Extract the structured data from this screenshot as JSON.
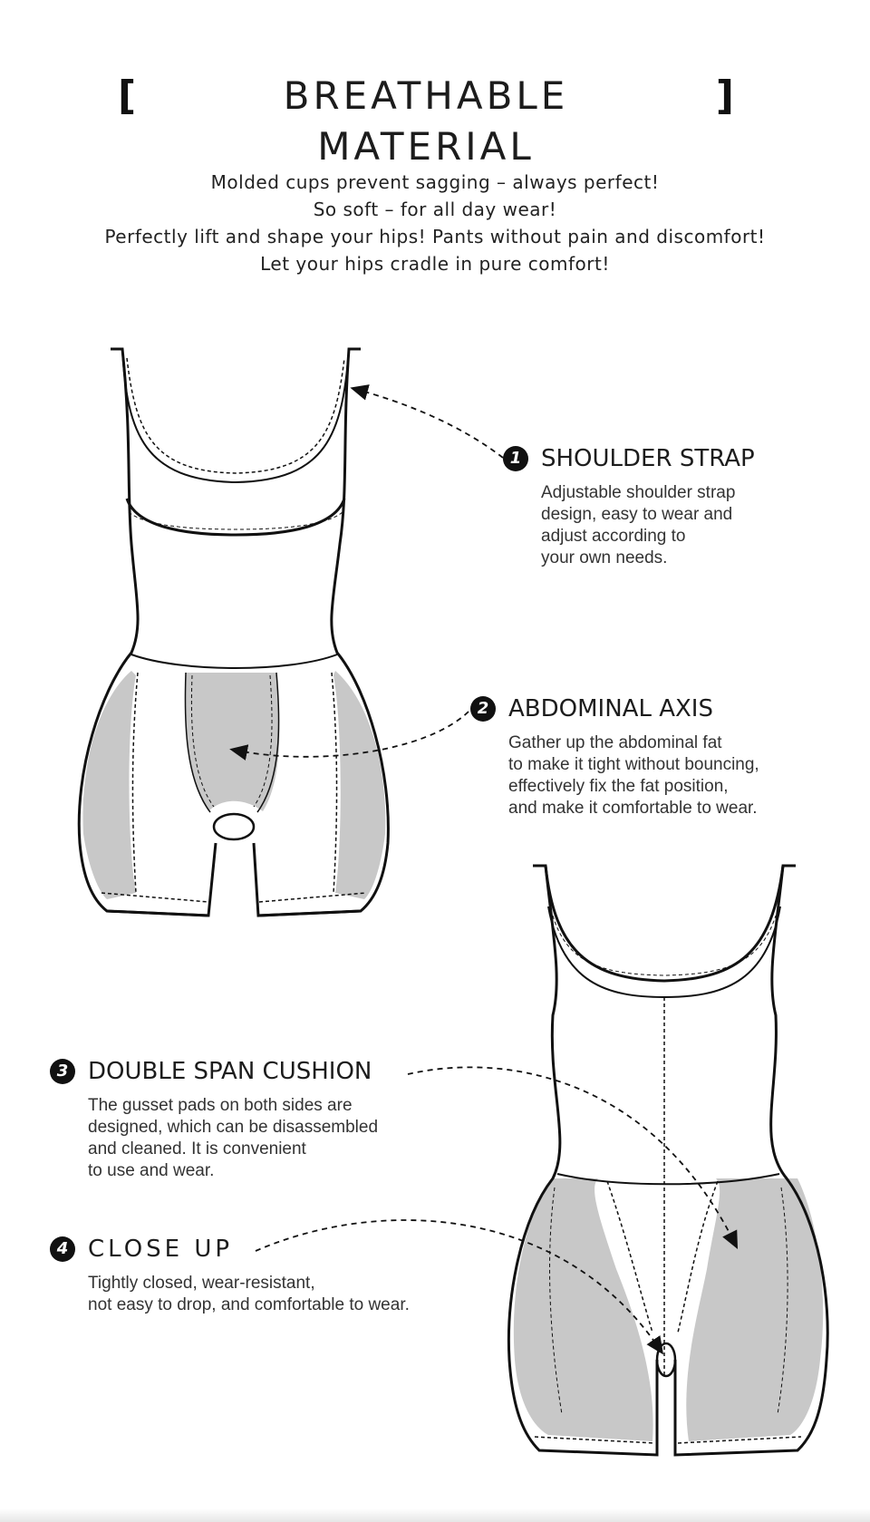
{
  "header": {
    "bracket_left": "[",
    "title": "BREATHABLE MATERIAL",
    "bracket_right": "]"
  },
  "subtitle_lines": [
    "Molded cups prevent sagging – always perfect!",
    "So soft – for all day wear!",
    "Perfectly lift and shape your hips! Pants without pain and discomfort!",
    "Let your hips cradle in pure comfort!"
  ],
  "features": [
    {
      "number": "1",
      "title": "SHOULDER STRAP",
      "description": [
        "Adjustable shoulder strap",
        "design, easy to wear and",
        "adjust according to",
        "your own needs."
      ]
    },
    {
      "number": "2",
      "title": "ABDOMINAL AXIS",
      "description": [
        "Gather up the abdominal fat",
        "to make it tight without bouncing,",
        "effectively fix the fat position,",
        "and make it comfortable to wear."
      ]
    },
    {
      "number": "3",
      "title": "DOUBLE SPAN CUSHION",
      "description": [
        "The gusset pads on both sides are",
        "designed, which can be disassembled",
        "and cleaned. It is convenient",
        "to use and wear."
      ]
    },
    {
      "number": "4",
      "title": "CLOSE UP",
      "description": [
        "Tightly closed, wear-resistant,",
        "not easy to drop, and comfortable to wear."
      ]
    }
  ],
  "colors": {
    "line": "#111111",
    "padding_gray": "#c8c8c8",
    "text": "#1c1c1c"
  }
}
